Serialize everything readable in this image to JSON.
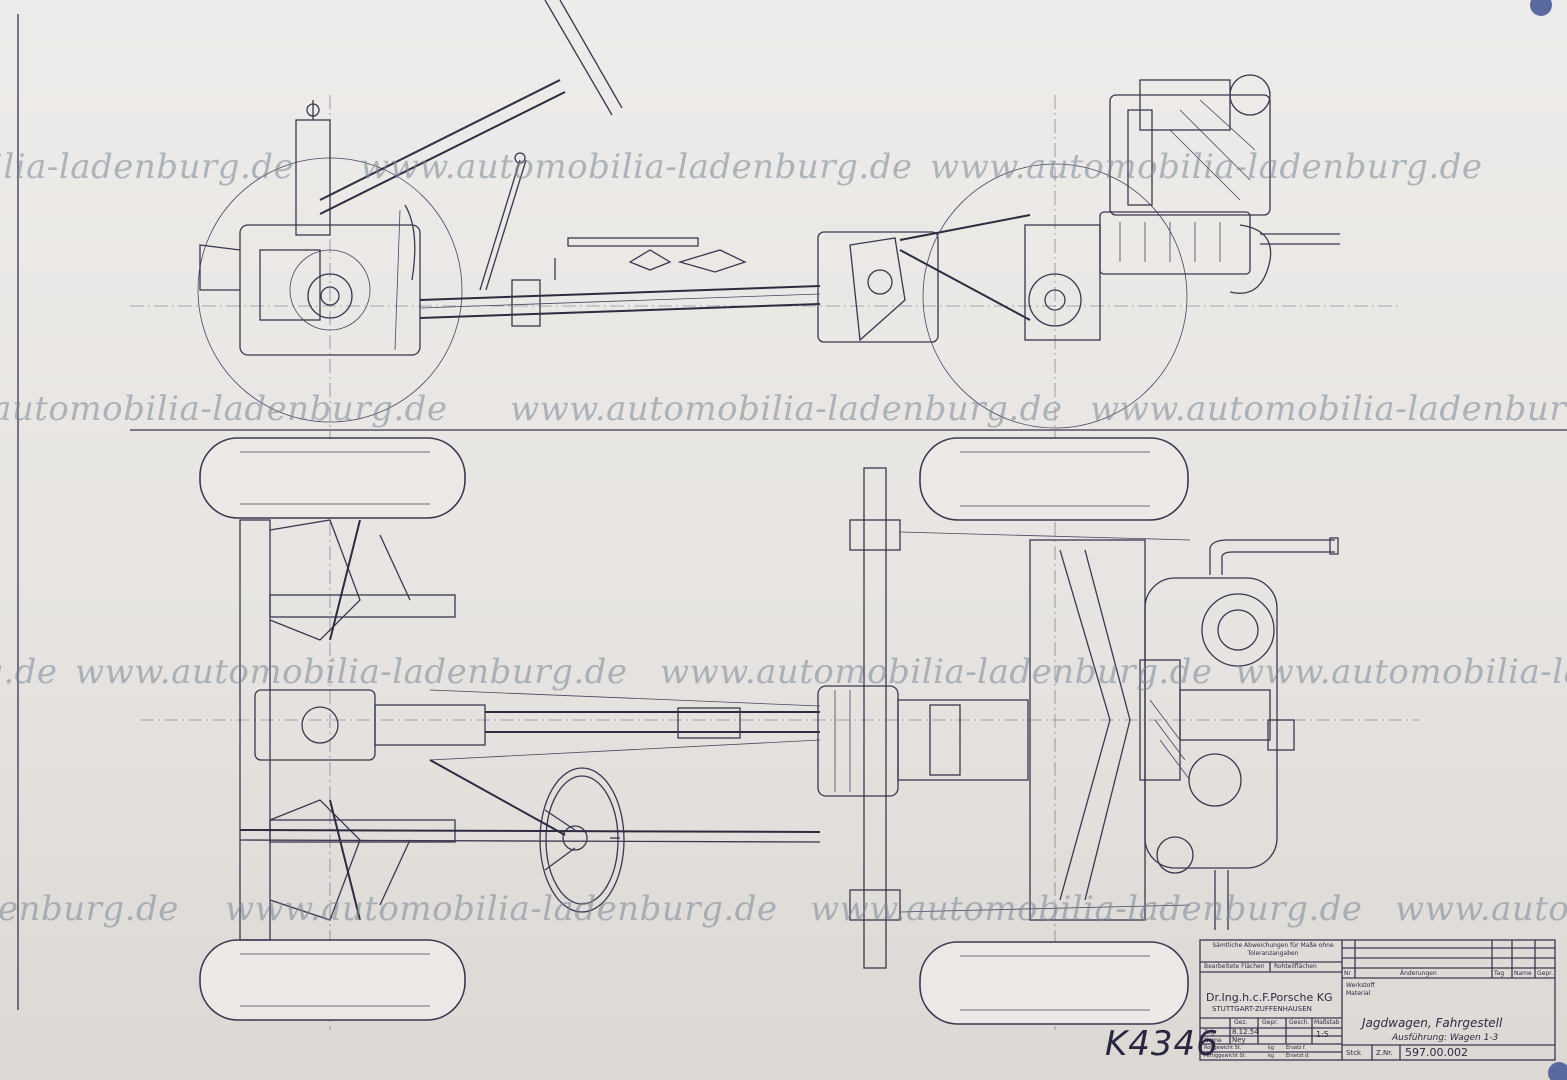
{
  "watermarks": [
    {
      "text": "ilia-ladenburg.de"
    },
    {
      "text": "www.automobilia-ladenburg.de"
    },
    {
      "text": "www.automobilia-ladenburg.de"
    },
    {
      "text": "www.automobilia-ladenburg.de"
    },
    {
      "text": "www.automobilia-ladenburg.de"
    },
    {
      "text": "www.automobilia-ladenburg.de"
    },
    {
      "text": "www.automobilia-ladenburg.de"
    },
    {
      "text": "www.automobilia-ladenburg.de"
    },
    {
      "text": "www.automobilia-ladenburg.de"
    },
    {
      "text": "www.automobilia-ladenburg.de"
    },
    {
      "text": "enburg.de"
    },
    {
      "text": "www.automobilia-ladenburg.de"
    },
    {
      "text": "www.automobilia-ladenburg.de"
    },
    {
      "text": "www.automobilia-"
    }
  ],
  "title_block": {
    "notes": "Sämtliche Abweichungen für Maße ohne Toleranzangaben",
    "machined": "Bearbeitete Flächen",
    "raw": "Rohteilflächen",
    "col_nr": "Nr",
    "col_changes": "Änderungen",
    "col_tag": "Tag",
    "col_name": "Name",
    "col_gepr": "Gepr.",
    "werkstoff": "Werkstoff",
    "material": "Material",
    "company": "Dr.Ing.h.c.F.Porsche KG",
    "location": "STUTTGART-ZUFFENHAUSEN",
    "row_gez": "Gez.",
    "row_gepr": "Gepr.",
    "row_gesch": "Gesch.",
    "row_massstab": "Maßstab",
    "row_tag": "Tag",
    "date": "8.12.54",
    "row_name": "Name",
    "drafter": "Ney",
    "scale": "1:5",
    "rohgewicht": "Rohgewicht St.",
    "fertiggewicht": "Fertiggewicht St.",
    "kg": "kg",
    "ersatz_fur": "Ersatz f.",
    "ersetzt_d": "Ersetzt d.",
    "drawing_title": "Jagdwagen, Fahrgestell",
    "execution": "Ausführung: Wagen 1-3",
    "stck": "Stck",
    "znr_label": "Z.Nr.",
    "drawing_number": "597.00.002"
  },
  "k_number": "K4346"
}
